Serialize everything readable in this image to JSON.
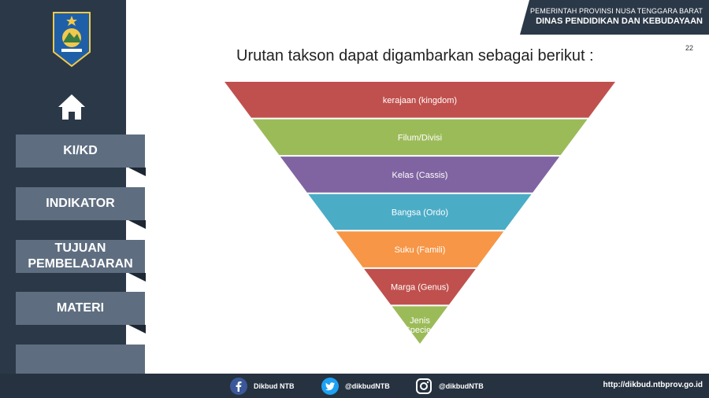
{
  "header": {
    "institution_line1": "PEMERINTAH PROVINSI NUSA TENGGARA BARAT",
    "institution_line2": "DINAS PENDIDIKAN DAN KEBUDAYAAN",
    "page_number": "22"
  },
  "sidebar": {
    "logo_icon": "ntb-province-emblem-icon",
    "home_icon": "home-icon",
    "items": [
      {
        "label": "KI/KD"
      },
      {
        "label": "INDIKATOR"
      },
      {
        "label": "TUJUAN\nPEMBELAJARAN"
      },
      {
        "label": "MATERI"
      },
      {
        "label": ""
      }
    ]
  },
  "main": {
    "heading": "Urutan takson dapat digambarkan sebagai berikut :",
    "pyramid": [
      {
        "label": "kerajaan (kingdom)",
        "color": "#c0504d"
      },
      {
        "label": "Filum/Divisi",
        "color": "#9bbb59"
      },
      {
        "label": "Kelas (Cassis)",
        "color": "#8064a2"
      },
      {
        "label": "Bangsa (Ordo)",
        "color": "#4bacc6"
      },
      {
        "label": "Suku (Famili)",
        "color": "#f79646"
      },
      {
        "label": "Marga (Genus)",
        "color": "#c0504d"
      },
      {
        "label": "Jenis\n(Species)",
        "color": "#9bbb59"
      }
    ]
  },
  "footer": {
    "facebook": {
      "label": "Dikbud NTB",
      "icon": "facebook-icon"
    },
    "twitter": {
      "label": "@dikbudNTB",
      "icon": "twitter-icon"
    },
    "instagram": {
      "label": "@dikbudNTB",
      "icon": "instagram-icon"
    },
    "url": "http://dikbud.ntbprov.go.id"
  }
}
